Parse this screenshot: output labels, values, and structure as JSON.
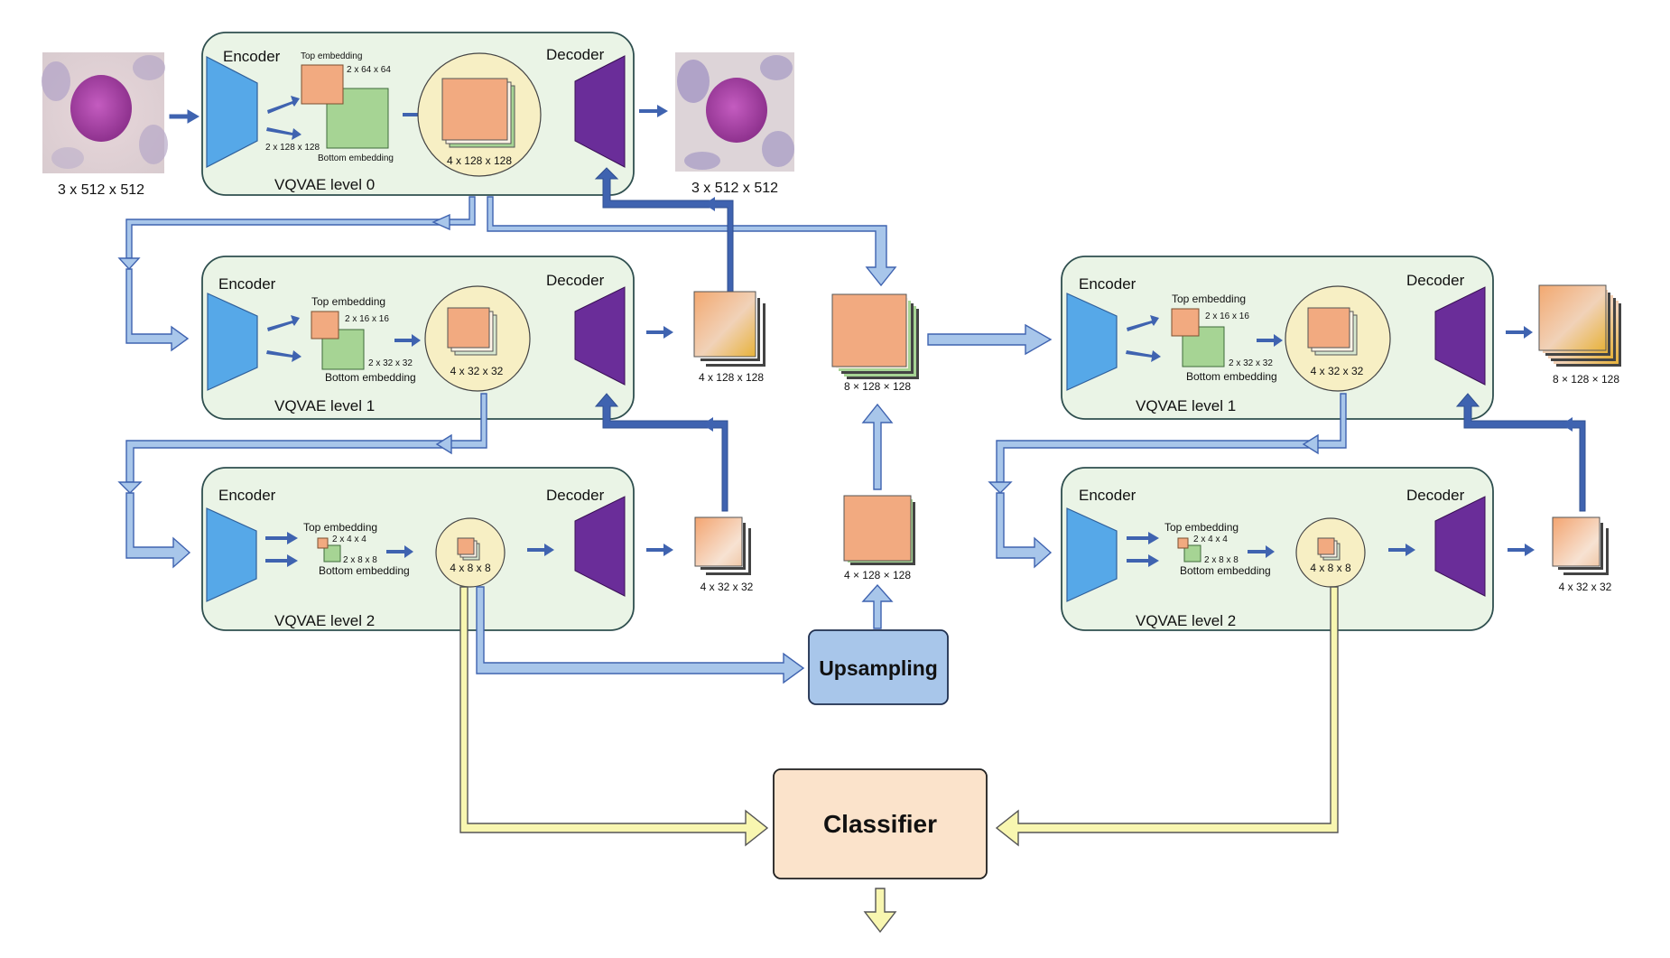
{
  "colors": {
    "panel_fill": "#eaf4e6",
    "encoder": "#56a8e8",
    "decoder": "#6a2d99",
    "top_embedding": "#f2aa80",
    "bottom_embedding": "#a6d494",
    "circle": "#f7efc4",
    "arrow_light_blue": "#a8c6ea",
    "arrow_dark_blue": "#3f63b0",
    "arrow_yellow": "#f8f6b0",
    "upsampling_box": "#a8c6ea",
    "classifier_box": "#fbe3cb"
  },
  "input_image": {
    "label": "3 x 512 x 512"
  },
  "output_image": {
    "label": "3 x 512 x 512"
  },
  "left_column": {
    "level0": {
      "encoder": "Encoder",
      "decoder": "Decoder",
      "top_embedding": "Top embedding",
      "top_dim": "2 x 64 x 64",
      "bottom_embedding": "Bottom embedding",
      "bottom_dim": "2 x 128 x 128",
      "latent": "4 x 128 x 128",
      "title": "VQVAE level 0"
    },
    "level1": {
      "encoder": "Encoder",
      "decoder": "Decoder",
      "top_embedding": "Top embedding",
      "top_dim": "2 x 16 x 16",
      "bottom_embedding": "Bottom embedding",
      "bottom_dim": "2 x 32 x 32",
      "latent": "4 x 32 x 32",
      "title": "VQVAE level 1",
      "output": "4 x 128 x 128"
    },
    "level2": {
      "encoder": "Encoder",
      "decoder": "Decoder",
      "top_embedding": "Top embedding",
      "top_dim": "2 x 4 x 4",
      "bottom_embedding": "Bottom embedding",
      "bottom_dim": "2 x 8 x 8",
      "latent": "4 x 8 x 8",
      "title": "VQVAE level 2",
      "output": "4 x 32 x 32"
    }
  },
  "middle": {
    "concat_label": "8 × 128 × 128",
    "upsampled_label": "4 × 128 × 128",
    "upsampling": "Upsampling"
  },
  "right_column": {
    "level1": {
      "encoder": "Encoder",
      "decoder": "Decoder",
      "top_embedding": "Top embedding",
      "top_dim": "2 x 16 x 16",
      "bottom_embedding": "Bottom embedding",
      "bottom_dim": "2 x 32 x 32",
      "latent": "4 x 32 x 32",
      "title": "VQVAE level 1",
      "output": "8 × 128 × 128"
    },
    "level2": {
      "encoder": "Encoder",
      "decoder": "Decoder",
      "top_embedding": "Top embedding",
      "top_dim": "2 x 4 x 4",
      "bottom_embedding": "Bottom embedding",
      "bottom_dim": "2 x 8 x 8",
      "latent": "4 x 8 x 8",
      "title": "VQVAE level 2",
      "output": "4 x 32 x 32"
    }
  },
  "classifier": {
    "label": "Classifier"
  }
}
